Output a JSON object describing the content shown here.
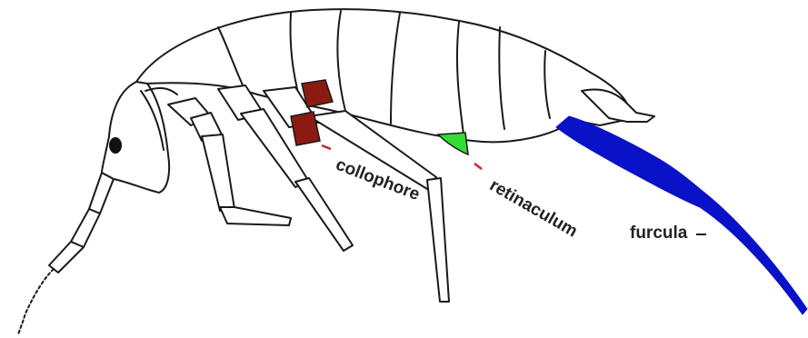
{
  "labels": {
    "collophore": "collophore",
    "retinaculum": "retinaculum",
    "furcula": "furcula"
  },
  "colors": {
    "collophore": "#8b1a10",
    "retinaculum": "#33dd33",
    "furcula": "#0a12c8",
    "leader": "#cc2222",
    "outline": "#1a1a1a",
    "background": "#ffffff"
  }
}
